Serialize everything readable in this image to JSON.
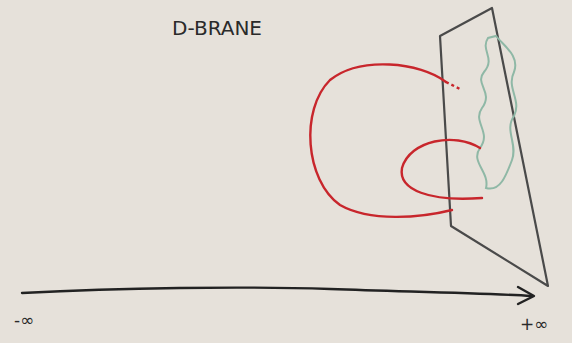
{
  "diagram": {
    "labels": [
      "D-BRANE",
      "-∞",
      "+∞"
    ]
  }
}
